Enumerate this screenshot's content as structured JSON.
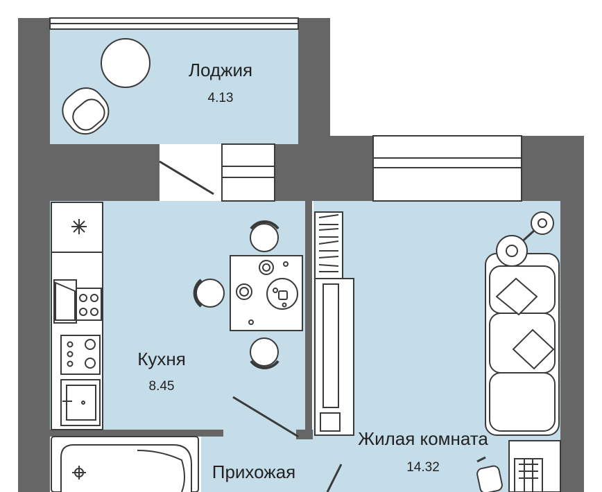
{
  "rooms": {
    "loggia": {
      "name": "Лоджия",
      "area": "4.13"
    },
    "kitchen": {
      "name": "Кухня",
      "area": "8.45"
    },
    "living": {
      "name": "Жилая комната",
      "area": "14.32"
    },
    "hall": {
      "name": "Прихожая"
    }
  },
  "colors": {
    "floor": "#c5dde9",
    "wall": "#666666",
    "furniture_stroke": "#3a3a3a",
    "furniture_fill": "#ffffff",
    "background": "#ffffff"
  },
  "icons": [
    "armchair-icon",
    "round-table-icon",
    "fridge-icon",
    "hob-icon",
    "stove-icon",
    "sink-icon",
    "dining-table-icon",
    "chair-icon",
    "bookshelf-icon",
    "tv-stand-icon",
    "sofa-icon",
    "cushion-icon",
    "floor-lamp-icon",
    "bathtub-icon",
    "desk-icon",
    "laptop-icon",
    "office-chair-icon"
  ]
}
